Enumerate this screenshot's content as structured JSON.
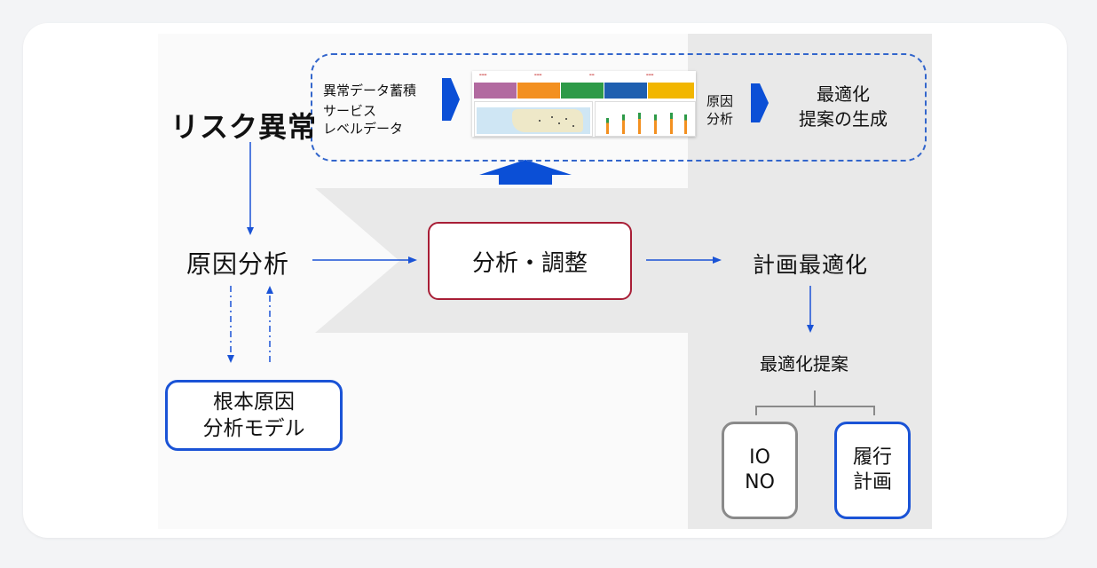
{
  "nodes": {
    "risk_anomaly": "リスク異常",
    "root_cause": "原因分析",
    "root_model": [
      "根本原因",
      "分析モデル"
    ],
    "analysis_adjust": "分析・調整",
    "plan_optimization": "計画最適化",
    "optimization_proposal": "最適化提案",
    "io_no": [
      "IO",
      "NO"
    ],
    "execution_plan": [
      "履行",
      "計画"
    ]
  },
  "pipeline": {
    "data_accum": "異常データ蓄積",
    "service_level": [
      "サービス",
      "レベルデータ"
    ],
    "cause_analysis": [
      "原因",
      "分析"
    ],
    "generate_proposal": [
      "最適化",
      "提案の生成"
    ]
  },
  "colors": {
    "accent_blue": "#1a53d6",
    "red_border": "#a81e36",
    "gray_border": "#8a8a8a",
    "dashed_border": "#3366cc",
    "bg_arrow": "#e9e9e9",
    "pointer_blue": "#0b4fd6"
  }
}
